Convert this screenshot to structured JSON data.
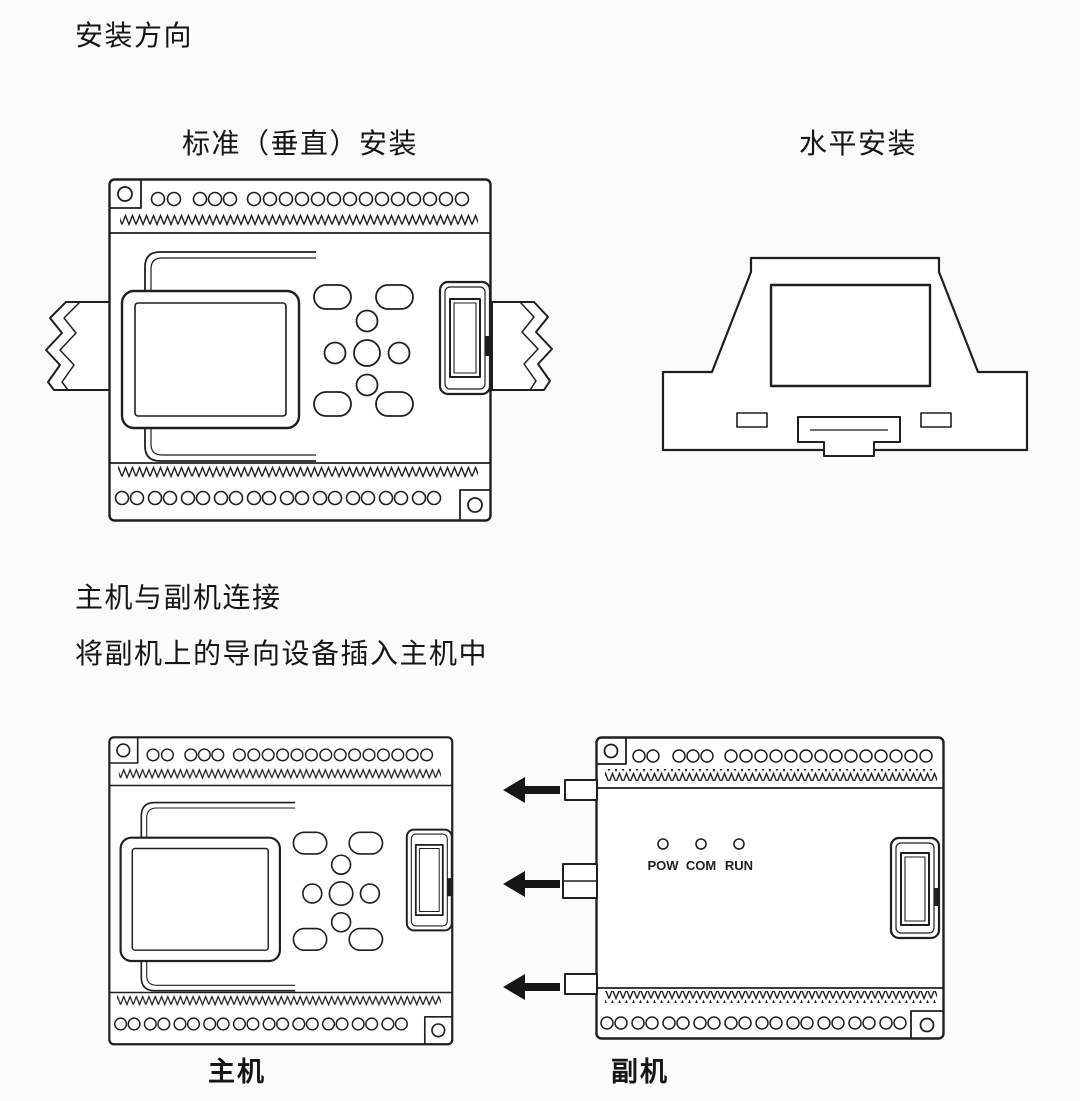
{
  "page": {
    "title": "安装方向"
  },
  "sections": {
    "connect_title": "主机与副机连接",
    "connect_subtitle": "将副机上的导向设备插入主机中"
  },
  "captions": {
    "vertical": "标准（垂直）安装",
    "horizontal": "水平安装"
  },
  "units": {
    "main": "主机",
    "sub": "副机"
  },
  "leds": [
    "POW",
    "COM",
    "RUN"
  ],
  "colors": {
    "line": "#1f1f1f",
    "background": "#fbfbfb"
  }
}
